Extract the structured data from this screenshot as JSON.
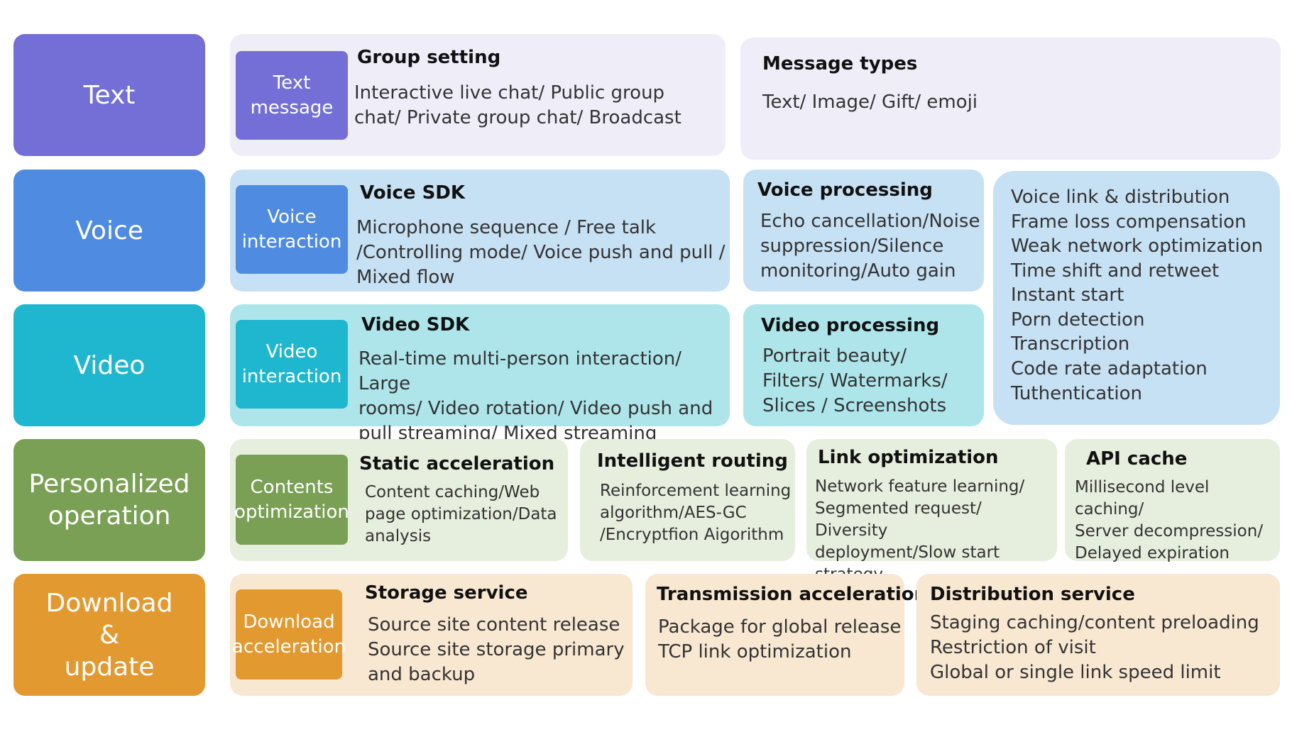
{
  "colors": {
    "text": "#736fd7",
    "voice": "#4f8be0",
    "video": "#1fb7cf",
    "personalized": "#79a054",
    "download": "#e2992f",
    "text_panel": "#efedf8",
    "voice_panel": "#c6e0f4",
    "video_panel": "#ade5ea",
    "personalized_panel": "#e6eedd",
    "download_panel": "#f8e7d1"
  },
  "categories": [
    {
      "label": "Text"
    },
    {
      "label": "Voice"
    },
    {
      "label": "Video"
    },
    {
      "label": "Personalized\noperation"
    },
    {
      "label": "Download\n&\nupdate"
    }
  ],
  "text_row": {
    "sub_label": "Text\nmessage",
    "group": {
      "title": "Group setting",
      "body": "Interactive live chat/ Public group\nchat/ Private group chat/ Broadcast"
    },
    "types": {
      "title": "Message types",
      "body": "Text/ Image/ Gift/ emoji"
    }
  },
  "voice_row": {
    "sub_label": "Voice\ninteraction",
    "sdk": {
      "title": "Voice SDK",
      "body": "Microphone sequence / Free talk\n/Controlling mode/ Voice push and pull /\nMixed flow"
    },
    "processing": {
      "title": "Voice processing",
      "body": "Echo cancellation/Noise\nsuppression/Silence\nmonitoring/Auto gain"
    }
  },
  "video_row": {
    "sub_label": "Video\ninteraction",
    "sdk": {
      "title": "Video SDK",
      "body": "Real-time multi-person interaction/ Large\nrooms/ Video rotation/ Video push and\npull streaming/ Mixed streaming"
    },
    "processing": {
      "title": "Video processing",
      "body": "Portrait beauty/\nFilters/ Watermarks/\nSlices / Screenshots"
    }
  },
  "voice_link": {
    "items": [
      "Voice link & distribution",
      "Frame loss compensation",
      "Weak network optimization",
      "Time shift and retweet",
      "Instant start",
      "Porn detection",
      "Transcription",
      "Code rate adaptation",
      "Tuthentication"
    ]
  },
  "personalized_row": {
    "sub_label": "Contents\noptimization",
    "static": {
      "title": "Static acceleration",
      "body": "Content caching/Web\npage optimization/Data\nanalysis"
    },
    "routing": {
      "title": "Intelligent routing",
      "body": "Reinforcement learning\nalgorithm/AES-GC\n/Encryptfion Aigorithm"
    },
    "link": {
      "title": "Link optimization",
      "body": "Network feature learning/\nSegmented request/ Diversity\ndeployment/Slow start strategy"
    },
    "api": {
      "title": "API cache",
      "body": "Millisecond level caching/\nServer decompression/\nDelayed expiration"
    }
  },
  "download_row": {
    "sub_label": "Download\nacceleration",
    "storage": {
      "title": "Storage service",
      "body": "Source site content release\nSource site storage primary\nand backup"
    },
    "transmission": {
      "title": "Transmission acceleration",
      "body": "Package for global release\nTCP link optimization"
    },
    "distribution": {
      "title": "Distribution service",
      "body": "Staging caching/content preloading\nRestriction of visit\nGlobal or single link speed limit"
    }
  }
}
